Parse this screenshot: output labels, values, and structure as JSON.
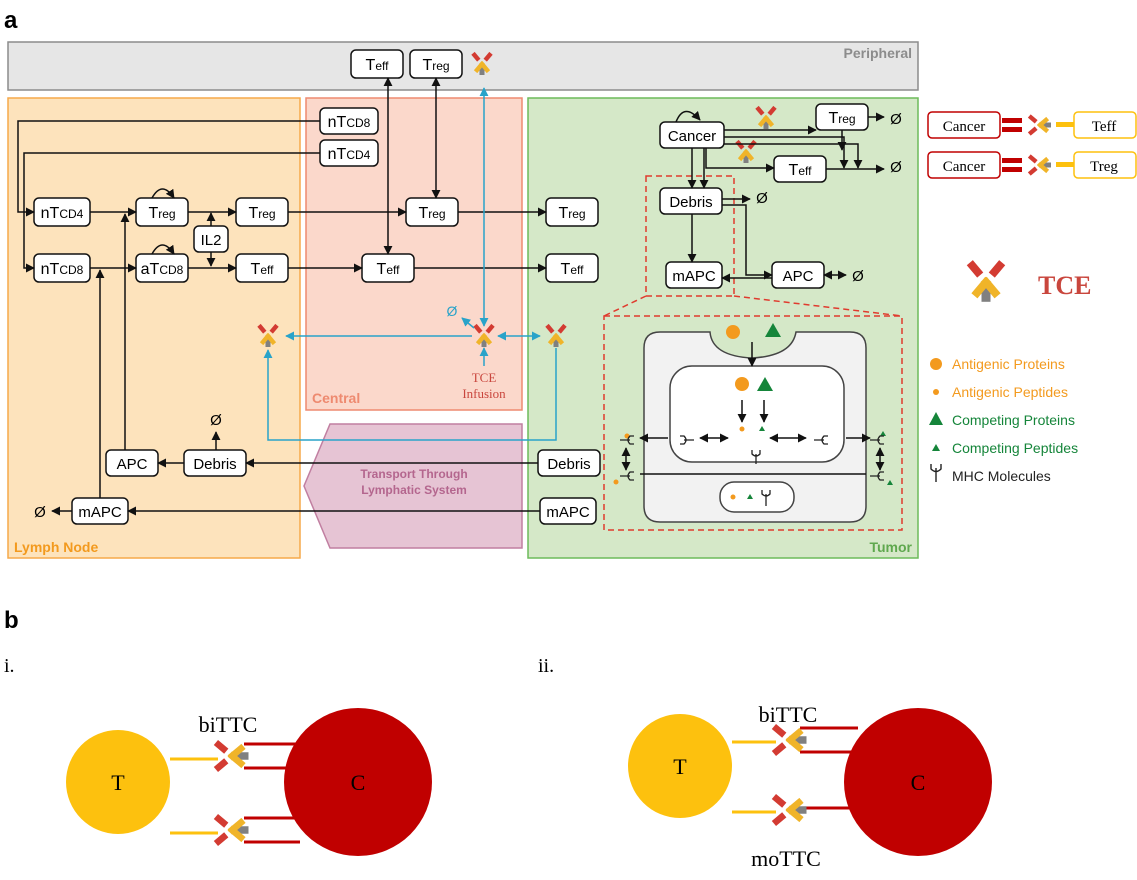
{
  "panel_a": {
    "label": "a",
    "compartments": {
      "peripheral": "Peripheral",
      "central": "Central",
      "lymph_node": "Lymph Node",
      "tumor": "Tumor"
    },
    "transport": {
      "line1": "Transport Through",
      "line2": "Lymphatic System"
    },
    "infusion": {
      "line1": "TCE",
      "line2": "Infusion"
    },
    "null_symbol": "Ø",
    "nodes": {
      "teff": {
        "main": "T",
        "sub": "eff"
      },
      "treg": {
        "main": "T",
        "sub": "reg"
      },
      "ntcd8": {
        "main": "nT",
        "sub": "CD8"
      },
      "ntcd4": {
        "main": "nT",
        "sub": "CD4"
      },
      "atcd8": {
        "main": "aT",
        "sub": "CD8"
      },
      "il2": "IL2",
      "apc": "APC",
      "debris": "Debris",
      "mapc": "mAPC",
      "cancer": "Cancer"
    },
    "legend": {
      "complex_cancer": "Cancer",
      "complex_teff": "Teff",
      "complex_treg": "Treg",
      "tce": "TCE",
      "items": [
        {
          "label": "Antigenic Proteins",
          "color": "#f39a1e"
        },
        {
          "label": "Antigenic Peptides",
          "color": "#f39a1e"
        },
        {
          "label": "Competing Proteins",
          "color": "#15853a"
        },
        {
          "label": "Competing Peptides",
          "color": "#15853a"
        },
        {
          "label": "MHC Molecules",
          "color": "#222222"
        }
      ]
    }
  },
  "panel_b": {
    "label": "b",
    "sub_i": "i.",
    "sub_ii": "ii.",
    "bittc": "biTTC",
    "mottc": "moTTC",
    "t_cell": "T",
    "cancer_cell": "C"
  },
  "colors": {
    "peripheral_fill": "#e6e6e6",
    "lymph_fill": "#fde3bc",
    "central_fill": "#fbd8cb",
    "tumor_fill": "#d5e8c8",
    "t_cell": "#fdc10e",
    "cancer_cell": "#c00000",
    "tce_label": "#c9463d",
    "cyan": "#29a3c9"
  }
}
